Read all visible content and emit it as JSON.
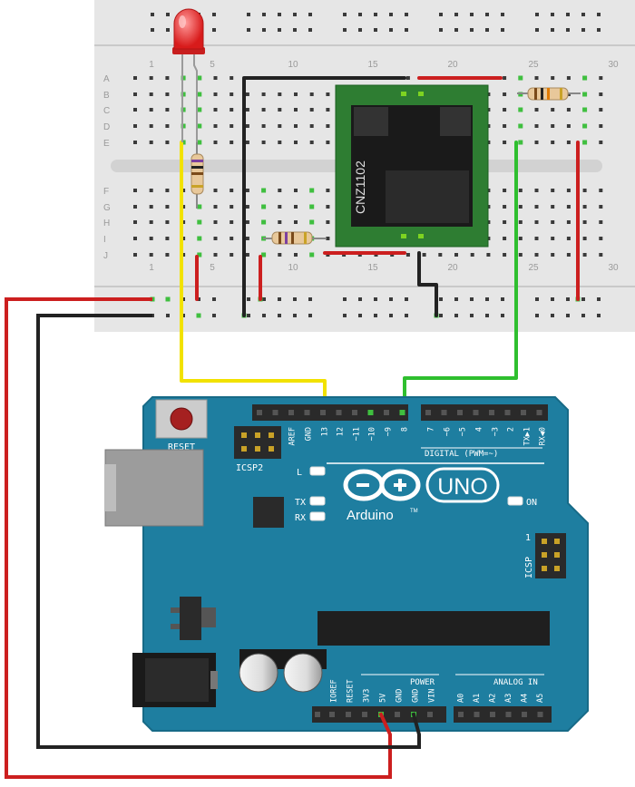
{
  "breadboard": {
    "row_labels": [
      "A",
      "B",
      "C",
      "D",
      "E",
      "F",
      "G",
      "H",
      "I",
      "J"
    ],
    "column_numbers": [
      "1",
      "5",
      "10",
      "15",
      "20",
      "25",
      "30"
    ]
  },
  "sensor": {
    "label": "CNZ1102"
  },
  "arduino": {
    "reset_label": "RESET",
    "icsp2_label": "ICSP2",
    "icsp_label": "ICSP",
    "icsp_pin1_label": "1",
    "digital_pins": [
      "AREF",
      "GND",
      "13",
      "12",
      "~11",
      "~10",
      "~9",
      "8",
      "7",
      "~6",
      "~5",
      "4",
      "~3",
      "2",
      "TX▶1",
      "RX◀0"
    ],
    "digital_label": "DIGITAL (PWM=~)",
    "led_labels": {
      "l": "L",
      "tx": "TX",
      "rx": "RX",
      "on": "ON"
    },
    "brand": "Arduino",
    "trademark": "TM",
    "model": "UNO",
    "power_label": "POWER",
    "power_pins": [
      "IOREF",
      "RESET",
      "3V3",
      "5V",
      "GND",
      "GND",
      "VIN"
    ],
    "analog_label": "ANALOG IN",
    "analog_pins": [
      "A0",
      "A1",
      "A2",
      "A3",
      "A4",
      "A5"
    ]
  },
  "colors": {
    "board_blue": "#1e7ea0",
    "breadboard": "#e6e6e6",
    "wire_red": "#cc1f1f",
    "wire_black": "#222222",
    "wire_yellow": "#f2e200",
    "wire_green": "#2fbf2f",
    "sensor_green": "#2e7d32"
  }
}
